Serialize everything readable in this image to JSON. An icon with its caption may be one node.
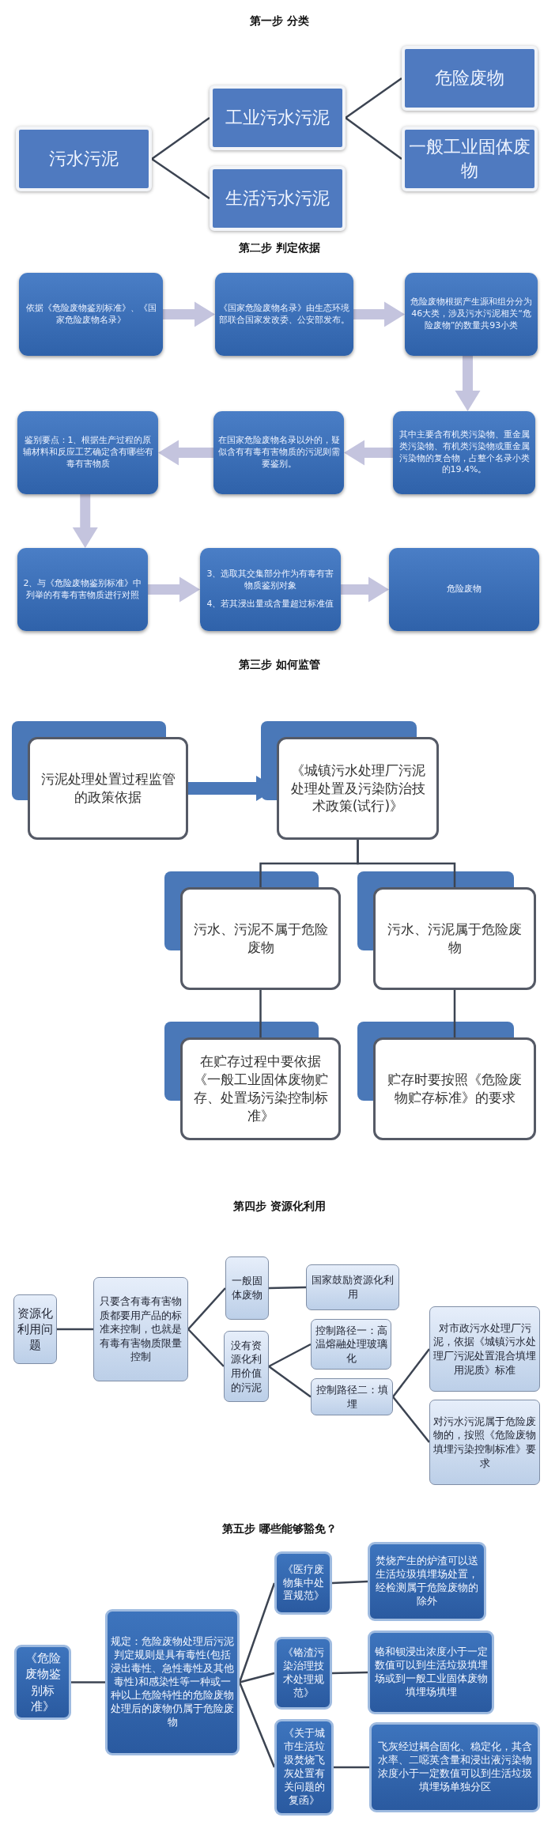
{
  "diagram": {
    "nodes": [
      {
        "text": [
          "污水污泥"
        ]
      },
      {
        "text": [
          "工业污水污泥"
        ]
      },
      {
        "text": [
          "生活污水污泥"
        ]
      },
      {
        "text": [
          "危险废物"
        ]
      },
      {
        "text": [
          "一般工业固体废物"
        ]
      },
      {
        "text": [
          "依据《危险废物鉴别标准》、《国家危险废物名录》"
        ]
      },
      {
        "text": [
          "《国家危险废物名录》由生态环境部联合国家发改委、公安部发布。"
        ]
      },
      {
        "text": [
          "危险废物根据产生源和组分分为46大类，涉及污水污泥相关“危险废物”的数量共93小类"
        ]
      },
      {
        "text": [
          "其中主要含有机类污染物、重金属类污染物、有机类污染物或重金属污染物的复合物，占整个名录小类的19.4%。"
        ]
      },
      {
        "text": [
          "在国家危险废物名录以外的，疑似含有有毒有害物质的污泥则需要鉴别。"
        ]
      },
      {
        "text": [
          "鉴别要点：1、根据生产过程的原辅材料和反应工艺确定含有哪些有毒有害物质"
        ]
      },
      {
        "text": [
          "2、与《危险废物鉴别标准》中列举的有毒有害物质进行对照"
        ]
      },
      {
        "text": [
          "3、选取其交集部分作为有毒有害物质鉴别对象",
          "4、若其浸出量或含量超过标准值"
        ]
      },
      {
        "text": [
          "危险废物"
        ]
      },
      {
        "text": [
          "污泥处理处置过程监管的政策依据"
        ]
      },
      {
        "text": [
          "《城镇污水处理厂污泥处理处置及污染防治技术政策(试行)》"
        ]
      },
      {
        "text": [
          "污水、污泥不属于危险废物"
        ]
      },
      {
        "text": [
          "污水、污泥属于危险废物"
        ]
      },
      {
        "text": [
          "在贮存过程中要依据《一般工业固体废物贮存、处置场污染控制标准》"
        ]
      },
      {
        "text": [
          "贮存时要按照《危险废物贮存标准》的要求"
        ]
      },
      {
        "text": [
          "资源化利用问题"
        ]
      },
      {
        "text": [
          "只要含有毒有害物质都要用产品的标准来控制，也就是有毒有害物质限量控制"
        ]
      },
      {
        "text": [
          "一般固体废物"
        ]
      },
      {
        "text": [
          "没有资源化利用价值的污泥"
        ]
      },
      {
        "text": [
          "国家鼓励资源化利用"
        ]
      },
      {
        "text": [
          "控制路径一：高温熔融处理玻璃化"
        ]
      },
      {
        "text": [
          "控制路径二：填埋"
        ]
      },
      {
        "text": [
          "对市政污水处理厂污泥，依据《城镇污水处理厂污泥处置混合填埋用泥质》标准"
        ]
      },
      {
        "text": [
          "对污水污泥属于危险废物的，按照《危险废物填埋污染控制标准》要求"
        ]
      },
      {
        "text": [
          "《危险废物鉴别标准》"
        ]
      },
      {
        "text": [
          "规定：危险废物处理后污泥判定规则是具有毒性(包括浸出毒性、急性毒性及其他毒性)和感染性等一种或一种以上危险特性的危险废物处理后的废物仍属于危险废物"
        ]
      },
      {
        "text": [
          "《医疗废物集中处置规范》"
        ]
      },
      {
        "text": [
          "《铬渣污染治理技术处理规范》"
        ]
      },
      {
        "text": [
          "《关于城市生活垃圾焚烧飞灰处置有关问题的复函》"
        ]
      },
      {
        "text": [
          "焚烧产生的炉渣可以送生活垃圾填埋场处置，经检测属于危险废物的除外"
        ]
      },
      {
        "text": [
          "铬和钡浸出浓度小于一定数值可以到生活垃圾填埋场或到一般工业固体废物填埋场填埋"
        ]
      },
      {
        "text": [
          "飞灰经过耦合固化、稳定化，其含水率、二噁英含量和浸出液污染物浓度小于一定数值可以到生活垃圾填埋场单独分区"
        ]
      }
    ],
    "edges": [
      {
        "from": 0,
        "to": 1,
        "arrow": "none"
      },
      {
        "from": 0,
        "to": 2,
        "arrow": "none"
      },
      {
        "from": 1,
        "to": 3,
        "arrow": "none"
      },
      {
        "from": 1,
        "to": 4,
        "arrow": "none"
      },
      {
        "from": 5,
        "to": 6,
        "arrow": "to",
        "style": "thick",
        "color": "#c4c4de"
      },
      {
        "from": 6,
        "to": 7,
        "arrow": "to",
        "style": "thick",
        "color": "#c4c4de"
      },
      {
        "from": 7,
        "to": 8,
        "arrow": "to",
        "style": "thick",
        "color": "#c4c4de"
      },
      {
        "from": 8,
        "to": 9,
        "arrow": "to",
        "style": "thick",
        "color": "#c4c4de"
      },
      {
        "from": 9,
        "to": 10,
        "arrow": "to",
        "style": "thick",
        "color": "#c4c4de"
      },
      {
        "from": 10,
        "to": 11,
        "arrow": "to",
        "style": "thick",
        "color": "#c4c4de"
      },
      {
        "from": 11,
        "to": 12,
        "arrow": "to",
        "style": "thick",
        "color": "#c4c4de"
      },
      {
        "from": 12,
        "to": 13,
        "arrow": "to",
        "style": "thick",
        "color": "#c4c4de"
      },
      {
        "from": 14,
        "to": 15,
        "arrow": "to",
        "style": "thick",
        "color": "#4a78b8"
      },
      {
        "from": 15,
        "to": 16,
        "arrow": "none"
      },
      {
        "from": 15,
        "to": 17,
        "arrow": "none"
      },
      {
        "from": 16,
        "to": 18,
        "arrow": "none"
      },
      {
        "from": 17,
        "to": 19,
        "arrow": "none"
      },
      {
        "from": 20,
        "to": 21,
        "arrow": "none"
      },
      {
        "from": 21,
        "to": 22,
        "arrow": "none"
      },
      {
        "from": 21,
        "to": 23,
        "arrow": "none"
      },
      {
        "from": 22,
        "to": 24,
        "arrow": "none"
      },
      {
        "from": 23,
        "to": 25,
        "arrow": "none"
      },
      {
        "from": 23,
        "to": 26,
        "arrow": "none"
      },
      {
        "from": 26,
        "to": 27,
        "arrow": "none"
      },
      {
        "from": 26,
        "to": 28,
        "arrow": "none"
      },
      {
        "from": 29,
        "to": 30,
        "arrow": "none"
      },
      {
        "from": 30,
        "to": 31,
        "arrow": "none"
      },
      {
        "from": 30,
        "to": 32,
        "arrow": "none"
      },
      {
        "from": 30,
        "to": 33,
        "arrow": "none"
      },
      {
        "from": 31,
        "to": 34,
        "arrow": "none"
      },
      {
        "from": 32,
        "to": 35,
        "arrow": "none"
      },
      {
        "from": 33,
        "to": 36,
        "arrow": "none"
      }
    ],
    "labels": [
      "第一步 分类",
      "第二步 判定依据",
      "第三步 如何监管",
      "第四步 资源化利用",
      "第五步 哪些能够豁免？"
    ]
  }
}
